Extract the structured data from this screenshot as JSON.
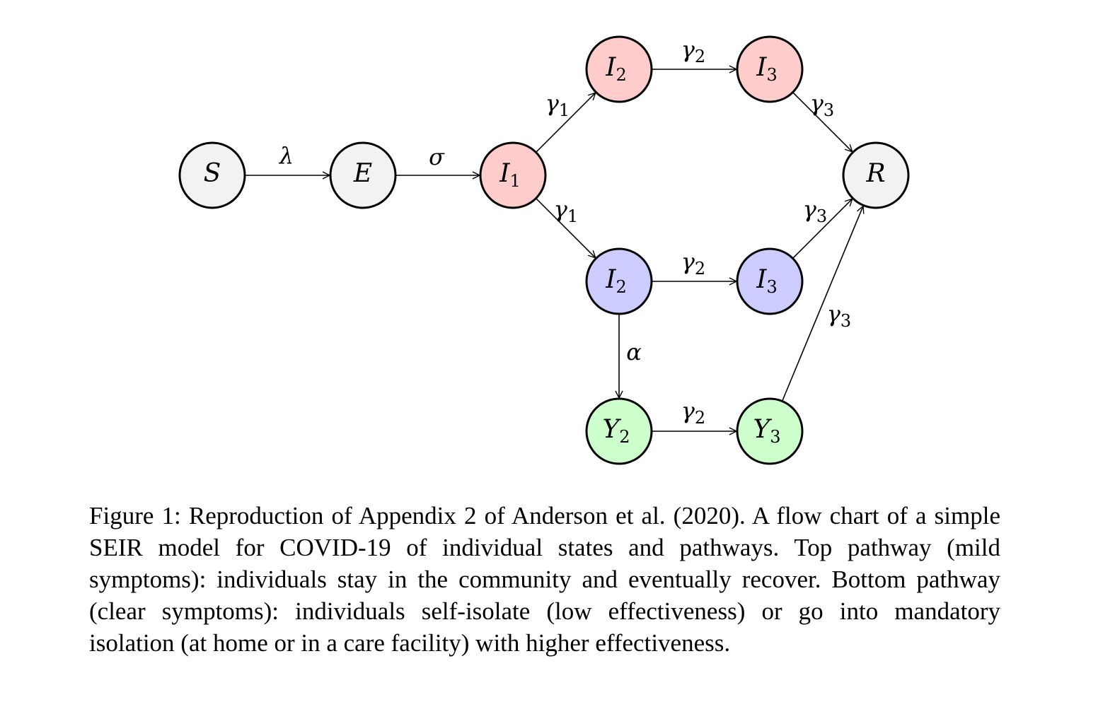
{
  "colors": {
    "neutral": "#f2f2f2",
    "infected_mild": "#ffcccc",
    "infected_clear": "#ccccff",
    "isolated": "#ccffcc",
    "stroke": "#000000"
  },
  "diagram": {
    "nodes": [
      {
        "id": "S",
        "symbol": "S",
        "subscript": "",
        "fill_key": "neutral"
      },
      {
        "id": "E",
        "symbol": "E",
        "subscript": "",
        "fill_key": "neutral"
      },
      {
        "id": "I1",
        "symbol": "I",
        "subscript": "1",
        "fill_key": "infected_mild"
      },
      {
        "id": "I2top",
        "symbol": "I",
        "subscript": "2",
        "fill_key": "infected_mild"
      },
      {
        "id": "I3top",
        "symbol": "I",
        "subscript": "3",
        "fill_key": "infected_mild"
      },
      {
        "id": "R",
        "symbol": "R",
        "subscript": "",
        "fill_key": "neutral"
      },
      {
        "id": "I2bot",
        "symbol": "I",
        "subscript": "2",
        "fill_key": "infected_clear"
      },
      {
        "id": "I3bot",
        "symbol": "I",
        "subscript": "3",
        "fill_key": "infected_clear"
      },
      {
        "id": "Y2",
        "symbol": "Y",
        "subscript": "2",
        "fill_key": "isolated"
      },
      {
        "id": "Y3",
        "symbol": "Y",
        "subscript": "3",
        "fill_key": "isolated"
      }
    ],
    "edges": [
      {
        "from": "S",
        "to": "E",
        "symbol": "λ",
        "subscript": ""
      },
      {
        "from": "E",
        "to": "I1",
        "symbol": "σ",
        "subscript": ""
      },
      {
        "from": "I1",
        "to": "I2top",
        "symbol": "γ",
        "subscript": "1"
      },
      {
        "from": "I1",
        "to": "I2bot",
        "symbol": "γ",
        "subscript": "1"
      },
      {
        "from": "I2top",
        "to": "I3top",
        "symbol": "γ",
        "subscript": "2"
      },
      {
        "from": "I3top",
        "to": "R",
        "symbol": "γ",
        "subscript": "3"
      },
      {
        "from": "I2bot",
        "to": "I3bot",
        "symbol": "γ",
        "subscript": "2"
      },
      {
        "from": "I3bot",
        "to": "R",
        "symbol": "γ",
        "subscript": "3"
      },
      {
        "from": "I2bot",
        "to": "Y2",
        "symbol": "α",
        "subscript": ""
      },
      {
        "from": "Y2",
        "to": "Y3",
        "symbol": "γ",
        "subscript": "2"
      },
      {
        "from": "Y3",
        "to": "R",
        "symbol": "γ",
        "subscript": "3"
      }
    ]
  },
  "caption": {
    "text": "Figure 1: Reproduction of Appendix 2 of Anderson et al. (2020). A flow chart of a simple SEIR model for COVID-19 of individual states and pathways. Top pathway (mild symptoms): individuals stay in the community and eventually recover. Bottom pathway (clear symptoms): individuals self-isolate (low effectiveness) or go into mandatory isolation (at home or in a care facility) with higher effectiveness."
  }
}
